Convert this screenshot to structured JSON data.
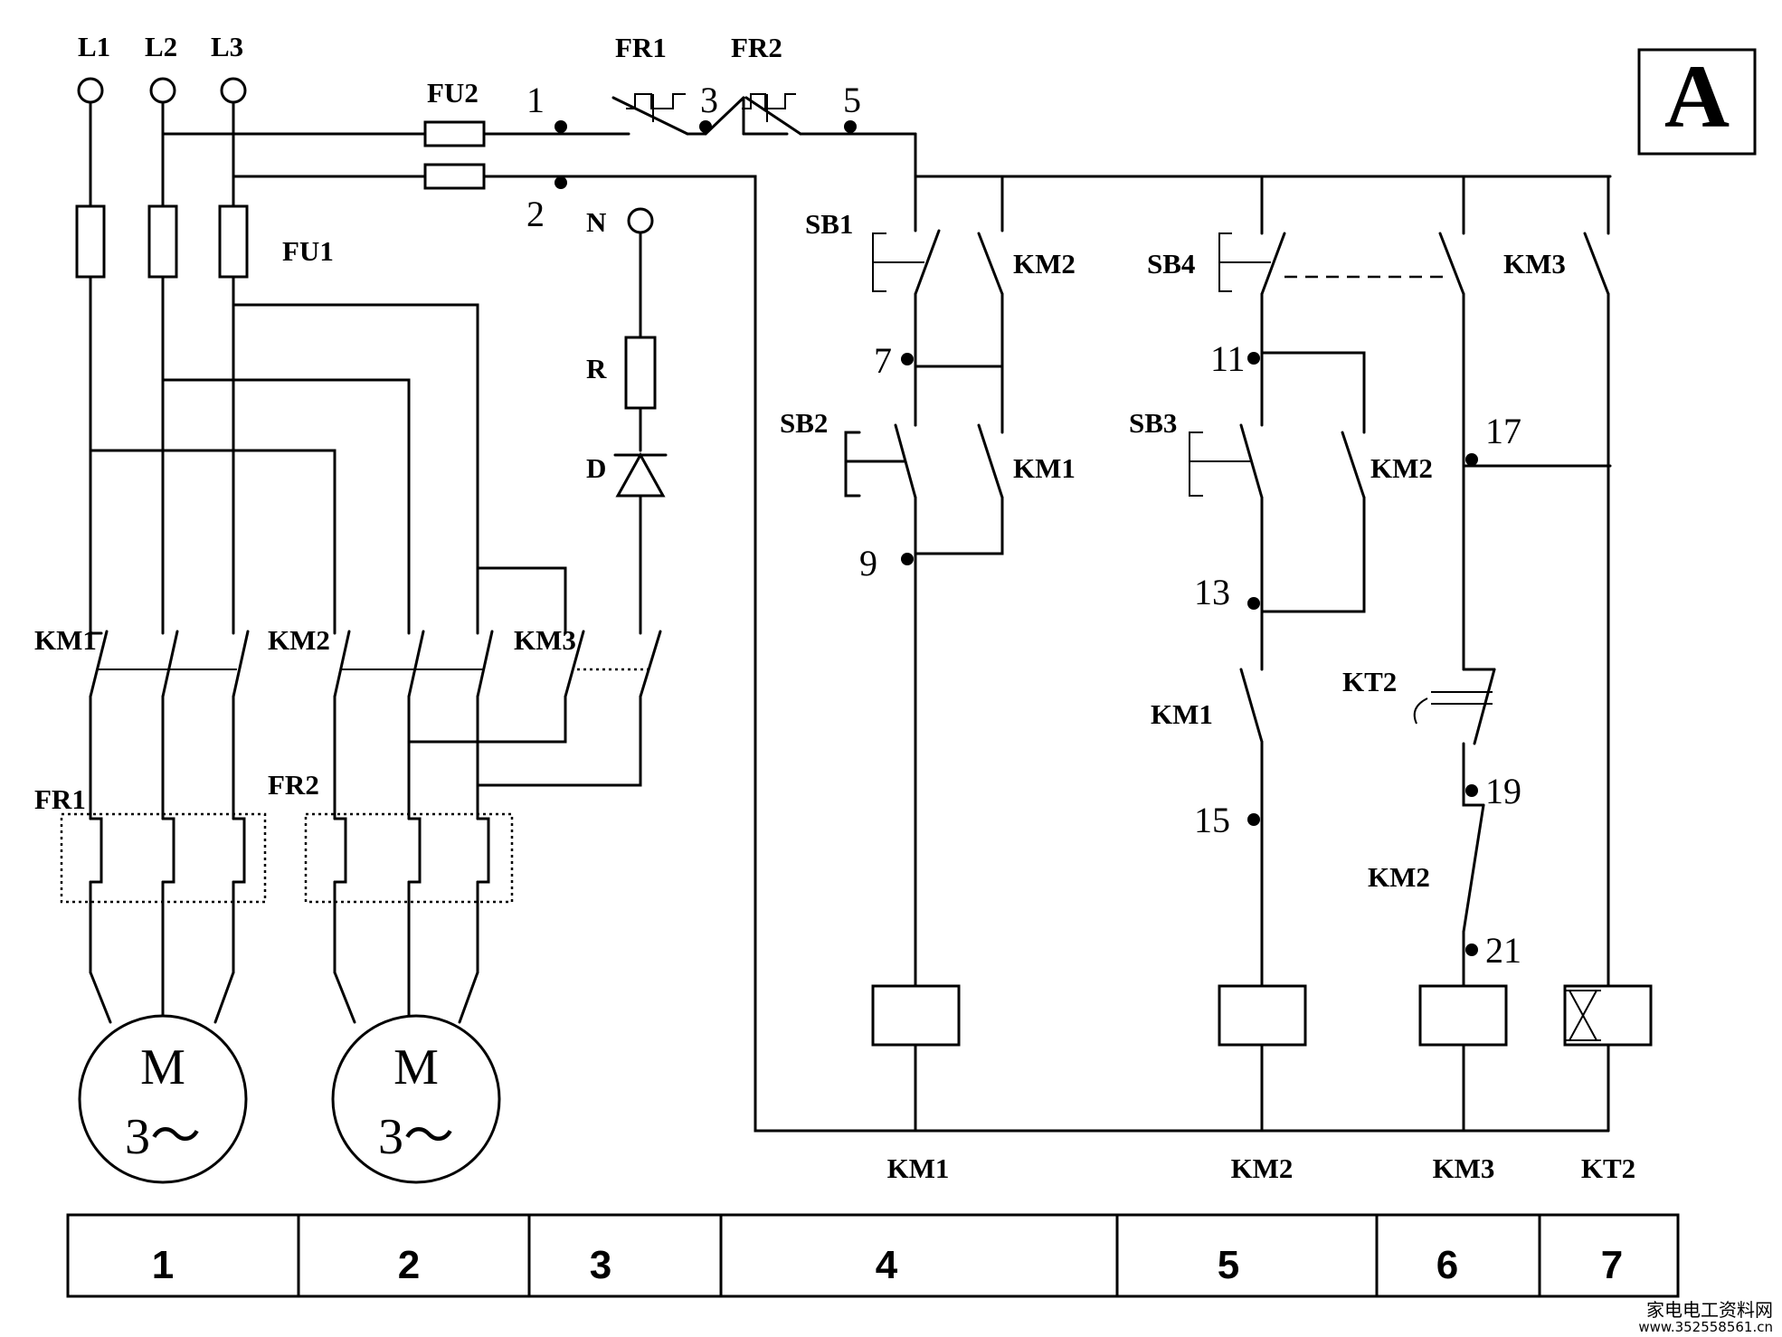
{
  "corner_label": "A",
  "phases": [
    "L1",
    "L2",
    "L3"
  ],
  "neutral": "N",
  "fuses": {
    "main": "FU1",
    "control": "FU2"
  },
  "resistor": "R",
  "diode": "D",
  "nodes": [
    "1",
    "2",
    "3",
    "5",
    "7",
    "9",
    "11",
    "13",
    "15",
    "17",
    "19",
    "21"
  ],
  "overloads": {
    "fr1": "FR1",
    "fr2": "FR2"
  },
  "buttons": {
    "sb1": "SB1",
    "sb2": "SB2",
    "sb3": "SB3",
    "sb4": "SB4"
  },
  "contact_labels": {
    "km1": "KM1",
    "km2": "KM2",
    "km3": "KM3",
    "kt2": "KT2"
  },
  "motor": {
    "letter": "M",
    "phase": "3～"
  },
  "coils": [
    "KM1",
    "KM2",
    "KM3",
    "KT2"
  ],
  "zones": [
    "1",
    "2",
    "3",
    "4",
    "5",
    "6",
    "7"
  ],
  "watermark": {
    "site": "家电电工资料网",
    "url": "www.352558561.cn"
  }
}
